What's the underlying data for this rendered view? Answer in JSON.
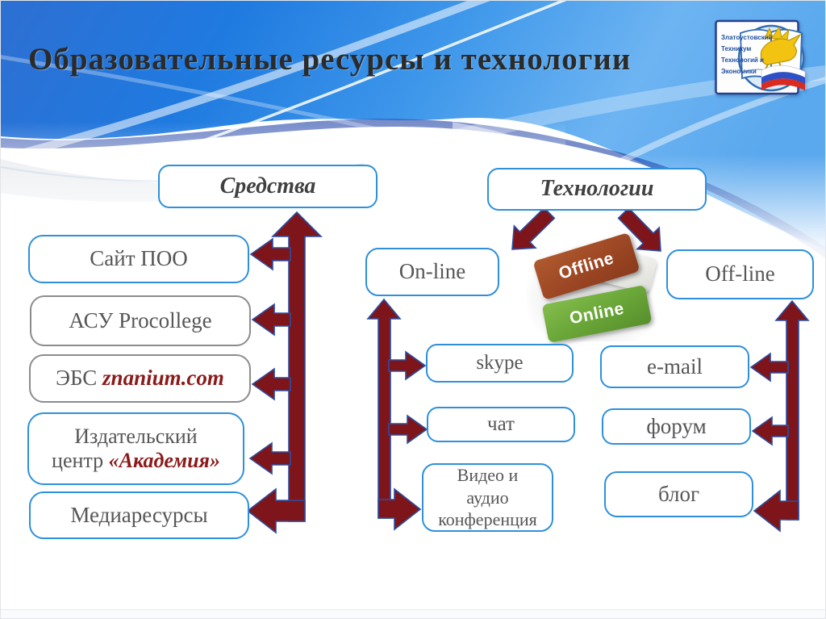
{
  "slide_title": "Образовательные ресурсы и технологии",
  "logo": {
    "lines": [
      "Златоустовский",
      "Техникум",
      "Технологий и",
      "Экономики"
    ]
  },
  "means": {
    "header": "Средства",
    "site": "Сайт ПОО",
    "asu": "АСУ Procollege",
    "ebs_prefix": "ЭБС ",
    "ebs_accent": "znanium.com",
    "publisher_line1": "Издательский",
    "publisher_line2_prefix": "центр ",
    "publisher_accent": "«Академия»",
    "media": "Медиаресурсы"
  },
  "technologies": {
    "header": "Технологии",
    "online": {
      "header": "On-line",
      "skype": "skype",
      "chat": "чат",
      "conference_line1": "Видео и",
      "conference_line2": "аудио",
      "conference_line3": "конференция"
    },
    "offline": {
      "header": "Off-line",
      "email": "e-mail",
      "forum": "форум",
      "blog": "блог"
    }
  },
  "keys_image": {
    "offline_key": "Offline",
    "online_key": "Online"
  },
  "colors": {
    "arrow_fill": "#7E151B",
    "arrow_outline": "#2B4EA2",
    "accent_red": "#8B1A1A",
    "box_border_blue": "#2E90DC",
    "box_border_gray": "#8C8C8C",
    "banner_blue": "#2277E0"
  }
}
